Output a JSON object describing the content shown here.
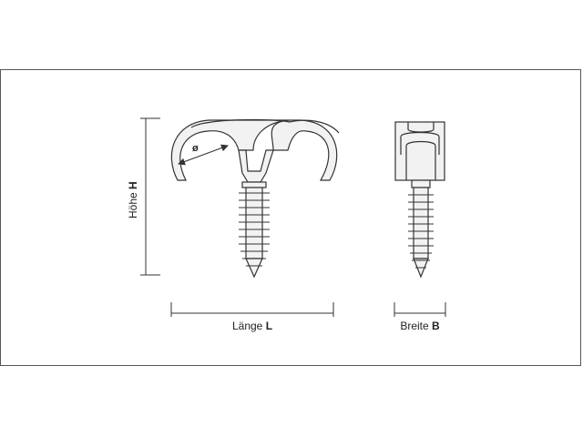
{
  "labels": {
    "diameter": "ø",
    "height_word": "Höhe",
    "height_letter": "H",
    "length_word": "Länge",
    "length_letter": "L",
    "width_word": "Breite",
    "width_letter": "B"
  },
  "colors": {
    "line": "#333333",
    "fill": "#f2f2f2",
    "frame": "#555555"
  }
}
